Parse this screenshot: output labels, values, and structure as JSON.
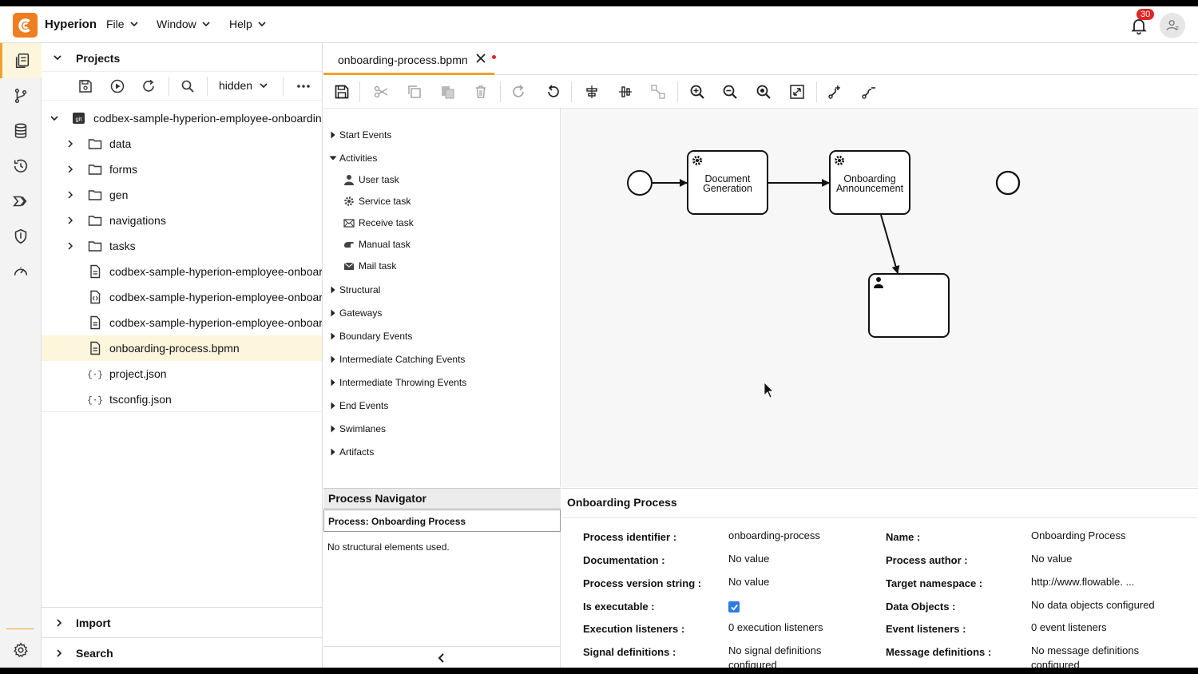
{
  "app": {
    "title": "Hyperion",
    "brand_color": "#ef7d22",
    "accent_color": "#f0a030"
  },
  "menu": {
    "file": "File",
    "window": "Window",
    "help": "Help"
  },
  "notifications": {
    "count": "30"
  },
  "activity_bar": [
    "projects-icon",
    "git-branch-icon",
    "database-icon",
    "history-icon",
    "deploy-icon",
    "shield-icon",
    "gauge-icon",
    "gear-icon"
  ],
  "projects": {
    "title": "Projects",
    "filter_value": "hidden",
    "root": "codbex-sample-hyperion-employee-onboarding",
    "folders": [
      "data",
      "forms",
      "gen",
      "navigations",
      "tasks"
    ],
    "files": [
      "codbex-sample-hyperion-employee-onboarding",
      "codbex-sample-hyperion-employee-onboarding",
      "codbex-sample-hyperion-employee-onboarding",
      "onboarding-process.bpmn",
      "project.json",
      "tsconfig.json"
    ],
    "import_label": "Import",
    "search_label": "Search"
  },
  "editor": {
    "tab_label": "onboarding-process.bpmn"
  },
  "palette": {
    "start_events": "Start Events",
    "activities": "Activities",
    "activity_items": [
      "User task",
      "Service task",
      "Receive task",
      "Manual task",
      "Mail task"
    ],
    "groups": [
      "Structural",
      "Gateways",
      "Boundary Events",
      "Intermediate Catching Events",
      "Intermediate Throwing Events",
      "End Events",
      "Swimlanes",
      "Artifacts"
    ]
  },
  "diagram": {
    "task1_line1": "Document",
    "task1_line2": "Generation",
    "task2_line1": "Onboarding",
    "task2_line2": "Announcement"
  },
  "navigator": {
    "title": "Process Navigator",
    "process": "Process: Onboarding Process",
    "empty": "No structural elements used."
  },
  "properties": {
    "title": "Onboarding Process",
    "left": [
      {
        "label": "Process identifier :",
        "value": "onboarding-process"
      },
      {
        "label": "Documentation :",
        "value": "No value"
      },
      {
        "label": "Process version string :",
        "value": "No value"
      },
      {
        "label": "Is executable :",
        "value": ""
      },
      {
        "label": "Execution listeners :",
        "value": "0 execution listeners"
      },
      {
        "label": "Signal definitions :",
        "value": "No signal definitions configured"
      }
    ],
    "right": [
      {
        "label": "Name :",
        "value": "Onboarding Process"
      },
      {
        "label": "Process author :",
        "value": "No value"
      },
      {
        "label": "Target namespace :",
        "value": "http://www.flowable. ..."
      },
      {
        "label": "Data Objects :",
        "value": "No data objects configured"
      },
      {
        "label": "Event listeners :",
        "value": "0 event listeners"
      },
      {
        "label": "Message definitions :",
        "value": "No message definitions configured"
      }
    ],
    "is_executable": true
  }
}
